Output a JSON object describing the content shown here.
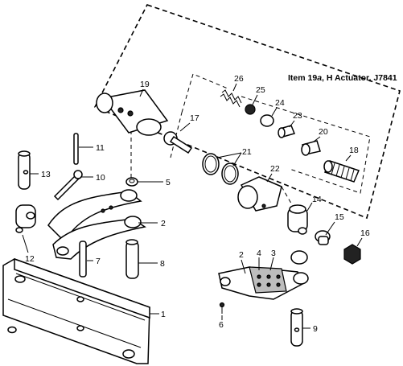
{
  "title": {
    "prefix": "Item 19",
    "suffix": "a",
    "rest": ", H Actuator, J7841"
  },
  "callouts": [
    {
      "id": "c1",
      "text": "1"
    },
    {
      "id": "c2a",
      "text": "2"
    },
    {
      "id": "c2b",
      "text": "2"
    },
    {
      "id": "c3",
      "text": "3"
    },
    {
      "id": "c4",
      "text": "4"
    },
    {
      "id": "c5",
      "text": "5"
    },
    {
      "id": "c6",
      "text": "6"
    },
    {
      "id": "c7",
      "text": "7"
    },
    {
      "id": "c8",
      "text": "8"
    },
    {
      "id": "c9",
      "text": "9"
    },
    {
      "id": "c10",
      "text": "10"
    },
    {
      "id": "c11",
      "text": "11"
    },
    {
      "id": "c12",
      "text": "12"
    },
    {
      "id": "c13",
      "text": "13"
    },
    {
      "id": "c14",
      "text": "14"
    },
    {
      "id": "c15",
      "text": "15"
    },
    {
      "id": "c16",
      "text": "16"
    },
    {
      "id": "c17",
      "text": "17"
    },
    {
      "id": "c18",
      "text": "18"
    },
    {
      "id": "c19",
      "text": "19"
    },
    {
      "id": "c20",
      "text": "20"
    },
    {
      "id": "c21",
      "text": "21"
    },
    {
      "id": "c22",
      "text": "22"
    },
    {
      "id": "c23",
      "text": "23"
    },
    {
      "id": "c24",
      "text": "24"
    },
    {
      "id": "c25",
      "text": "25"
    },
    {
      "id": "c26",
      "text": "26"
    }
  ]
}
